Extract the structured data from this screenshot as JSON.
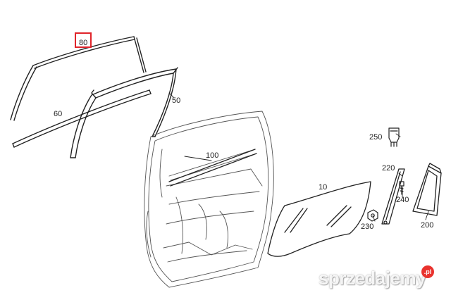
{
  "diagram": {
    "part_labels": {
      "p10": "10",
      "p50": "50",
      "p60": "60",
      "p80": "80",
      "p100": "100",
      "p200": "200",
      "p220": "220",
      "p230": "230",
      "p240": "240",
      "p250": "250"
    },
    "highlighted_part": "80",
    "highlight_color": "#e0242a",
    "line_color": "#222222"
  },
  "watermark": {
    "text": "sprzedajemy",
    "suffix": ".pl",
    "accent_color": "#e9322d"
  }
}
